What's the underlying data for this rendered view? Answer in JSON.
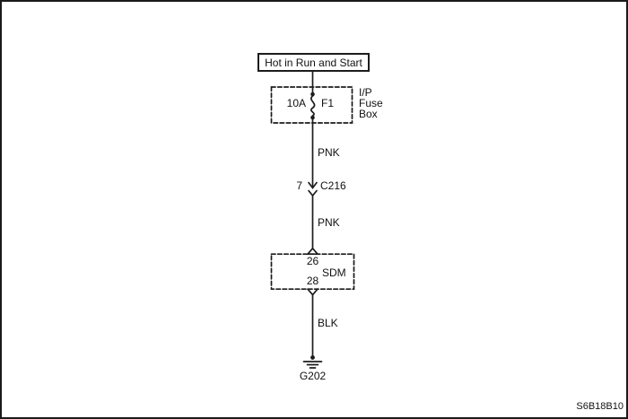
{
  "page": {
    "doc_code": "S6B18B10",
    "colors": {
      "line": "#1c1c1c",
      "background": "#ffffff",
      "text": "#111111"
    }
  },
  "diagram": {
    "power_source": {
      "label": "Hot in Run and Start"
    },
    "fuse_box": {
      "name_line1": "I/P",
      "name_line2": "Fuse",
      "name_line3": "Box",
      "fuse_rating": "10A",
      "fuse_name": "F1"
    },
    "wires": {
      "segment1_color": "PNK",
      "segment2_color": "PNK",
      "segment3_color": "BLK"
    },
    "connector": {
      "pin": "7",
      "id": "C216"
    },
    "module": {
      "input_pin": "26",
      "name": "SDM",
      "output_pin": "28"
    },
    "ground": {
      "id": "G202"
    }
  }
}
